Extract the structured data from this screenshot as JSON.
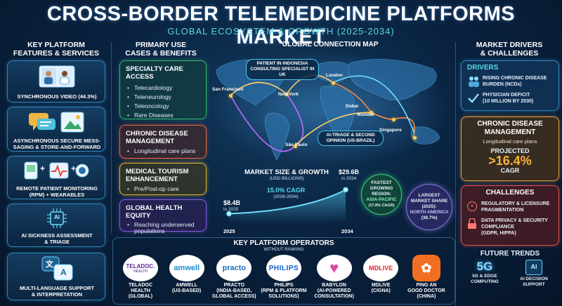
{
  "header": {
    "title": "CROSS-BORDER TELEMEDICINE PLATFORMS MARKET",
    "subtitle": "GLOBAL ECOSYSTEM & GROWTH (2025-2034)"
  },
  "features": {
    "heading_line1": "KEY PLATFORM",
    "heading_line2": "FEATURES & SERVICES",
    "items": [
      {
        "label": "SYNCHRONOUS VIDEO (44.3%)",
        "icon": "video-call-icon"
      },
      {
        "label_line1": "ASYNCHRONOUS SECURE MESS-",
        "label_line2": "SAGING & STORE-AND-FORWARD",
        "icon": "chat-image-icon"
      },
      {
        "label_line1": "REMOTE PATIENT MONITORING",
        "label_line2": "(RPM) + WEARABLES",
        "icon": "monitor-devices-icon",
        "plus": "+"
      },
      {
        "label_line1": "AI SICKNESS ASSESSMENT",
        "label_line2": "& TRIAGE",
        "icon": "ai-chip-icon",
        "badge": "AI"
      },
      {
        "label_line1": "MULTI-LANGUAGE SUPPORT",
        "label_line2": "& INTERPRETATION",
        "icon": "translate-icon",
        "glyph1": "文",
        "glyph2": "A"
      }
    ]
  },
  "use_cases": {
    "heading_line1": "PRIMARY USE",
    "heading_line2": "CASES & BENEFITS",
    "specialty": {
      "title_line1": "SPECIALTY CARE",
      "title_line2": "ACCESS",
      "items": [
        "Telecardiology",
        "Teleneurology",
        "Teleoncology",
        "Rare Diseases"
      ]
    },
    "chronic": {
      "title_line1": "CHRONIC DISEASE",
      "title_line2": "MANAGEMENT",
      "items": [
        "Longitudinal care plans"
      ]
    },
    "tourism": {
      "title_line1": "MEDICAL TOURISM",
      "title_line2": "ENHANCEMENT",
      "items": [
        "Pre/Post-op care"
      ]
    },
    "equity": {
      "title": "GLOBAL HEALTH EQUITY",
      "item_line1": "Reaching underserved",
      "item_line2": "populations"
    }
  },
  "map": {
    "heading": "GLOBAL CONNECTION MAP",
    "callout_top_line1": "PATIENT IN INDONESIA",
    "callout_top_line2": "CONSULTING SPECIALIST IN UK",
    "callout_mid_line1": "AI-TRIAGE & SECOND",
    "callout_mid_line2": "OPINION (US-BRAZIL)",
    "cities": {
      "san_francisco": "San Francisco",
      "new_york": "New York",
      "london": "London",
      "dubai": "Dubai",
      "mumbai": "Mumbai",
      "singapore": "Singapore",
      "sao_paulo": "São Paulo"
    }
  },
  "market": {
    "heading": "MARKET SIZE & GROWTH",
    "units": "(USD BILLIONS)",
    "start_value": "$8.4B",
    "start_note": "in 2025",
    "end_value": "$29.6B",
    "end_note": "in 2034",
    "cagr": "15.0% CAGR",
    "cagr_period": "(2026-2034)",
    "year_start": "2025",
    "year_end": "2034"
  },
  "chart_data": {
    "type": "line",
    "x": [
      2025,
      2034
    ],
    "series": [
      {
        "values": [
          8.4,
          29.6
        ]
      }
    ],
    "title": "MARKET SIZE & GROWTH",
    "ylabel": "(USD BILLIONS)"
  },
  "regions": {
    "fastest_line1": "FASTEST",
    "fastest_line2": "GROWING",
    "fastest_line3": "REGION:",
    "fastest_value": "ASIA-PACIFIC",
    "fastest_note": "(17.8% CAGR)",
    "largest_line1": "LARGEST",
    "largest_line2": "MARKET SHARE",
    "largest_line3": "(2025):",
    "largest_value": "NORTH AMERICA",
    "largest_note": "(38.7%)"
  },
  "operators": {
    "heading": "KEY PLATFORM OPERATORS",
    "subheading": "WITHOUT RANKING",
    "items": [
      {
        "logo": "TELADOC.",
        "logo_sub": "HEALTH",
        "name_line1": "TELADOC",
        "name_line2": "HEALTH",
        "name_line3": "(GLOBAL)",
        "color": "#5b2d8e"
      },
      {
        "logo": "amwell",
        "name_line1": "AMWELL",
        "name_line2": "(US-BASED)",
        "name_line3": "",
        "color": "#1a8fd1"
      },
      {
        "logo": "practo",
        "name_line1": "PRACTO",
        "name_line2": "(INDIA-BASED,",
        "name_line3": "GLOBAL ACCESS)",
        "color": "#1b6fc2"
      },
      {
        "logo": "PHILIPS",
        "name_line1": "PHILIPS",
        "name_line2": "(RPM & PLATFORM",
        "name_line3": "SOLUTIONS)",
        "color": "#0b5ed7"
      },
      {
        "logo": "♥",
        "name_line1": "BABYLON",
        "name_line2": "(AI-POWERED",
        "name_line3": "CONSULTATION)",
        "color": "#d64aa0"
      },
      {
        "logo": "MDLIVE",
        "name_line1": "MDLIVE",
        "name_line2": "(CIGNA)",
        "name_line3": "",
        "color": "#e2242a"
      },
      {
        "logo": "✿",
        "name_line1": "PING AN",
        "name_line2": "GOOD DOCTOR",
        "name_line3": "(CHINA)",
        "color": "#f26f21"
      }
    ]
  },
  "drivers": {
    "heading_line1": "MARKET DRIVERS",
    "heading_line2": "& CHALLENGES",
    "drivers_label": "DRIVERS",
    "driver1_line1": "RISING CHRONIC DISEASE",
    "driver1_line2": "BURDEN (NCDs)",
    "driver2_line1": "PHYSICIAN DEFICIT",
    "driver2_line2": "(10 MILLION BY 2030)",
    "chronic_line1": "CHRONIC DISEASE",
    "chronic_line2": "MANAGEMENT",
    "chronic_sub": "Longitudinal care plans",
    "projected": "PROJECTED",
    "projected_value": ">16.4%",
    "projected_unit": "CAGR",
    "challenges_label": "CHALLENGES",
    "challenge1_line1": "REGULATORY & LICENSURE",
    "challenge1_line2": "FRAGMENTATION",
    "challenge2_line1": "DATA PRIVACY & SECURITY",
    "challenge2_line2": "COMPLIANCE",
    "challenge2_line3": "(GDPR, HIPPA)"
  },
  "trends": {
    "heading": "FUTURE TRENDS",
    "t1_glyph": "5G",
    "t1_line1": "5G & EDGE",
    "t1_line2": "COMPUTING",
    "t2_glyph": "AI",
    "t2_line1": "AI DECISION",
    "t2_line2": "SUPPORT"
  },
  "colors": {
    "specialty": "#2fb36b",
    "chronic": "#e8643a",
    "tourism": "#e6b631",
    "equity": "#8a5be0",
    "accent": "#59d7e6"
  }
}
